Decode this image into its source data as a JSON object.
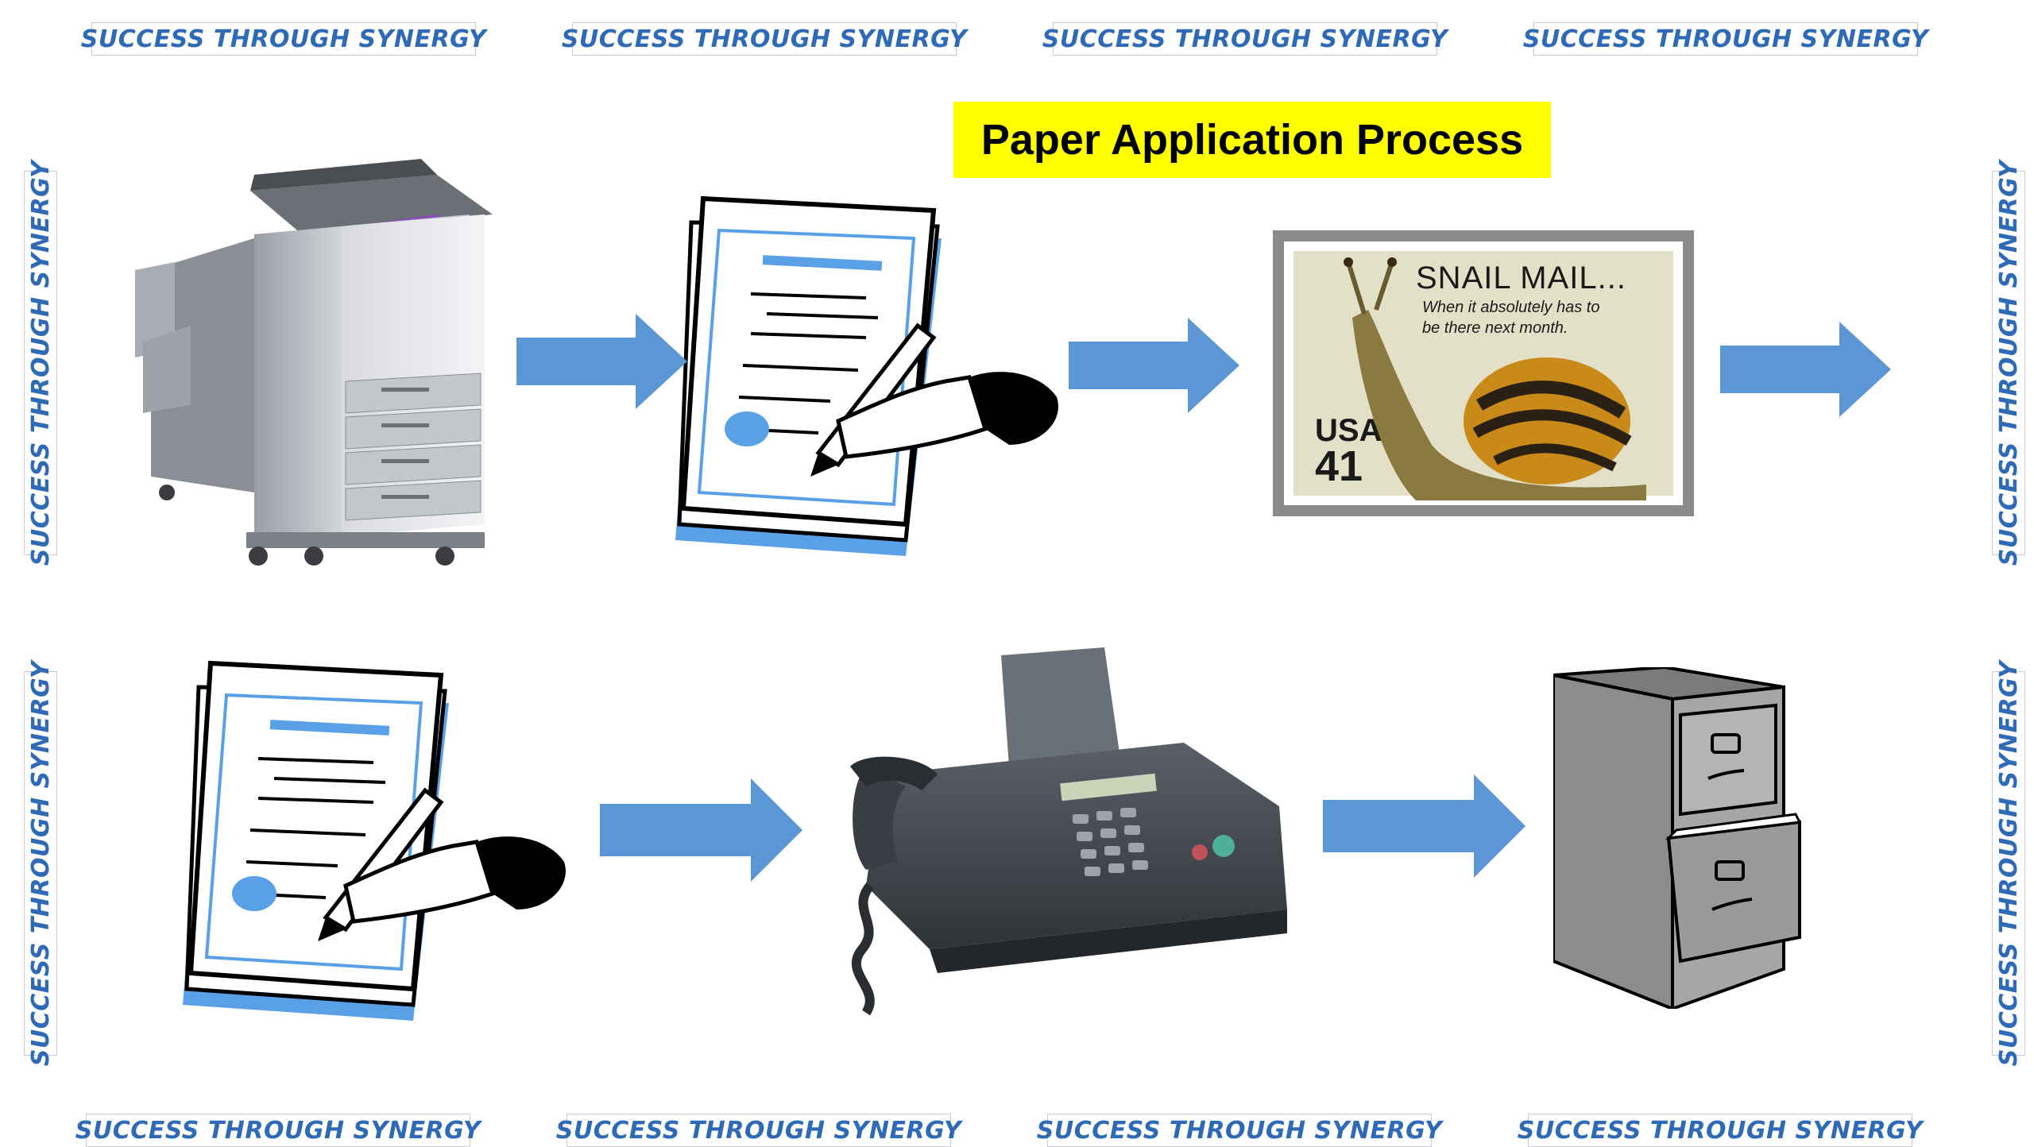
{
  "diagram": {
    "title": "Paper Application Process",
    "watermark": "SUCCESS THROUGH SYNERGY",
    "stamp": {
      "headline": "SNAIL MAIL...",
      "line1": "When it absolutely has to",
      "line2": "be there next month.",
      "country": "USA",
      "value": "41"
    }
  },
  "colors": {
    "arrow": "#5b97d4",
    "title_bg": "#ffff00",
    "watermark_text": "#2f6ab6"
  },
  "icons": [
    "copier-icon",
    "signing-document-icon",
    "snail-mail-stamp-icon",
    "fax-machine-icon",
    "filing-cabinet-icon"
  ]
}
